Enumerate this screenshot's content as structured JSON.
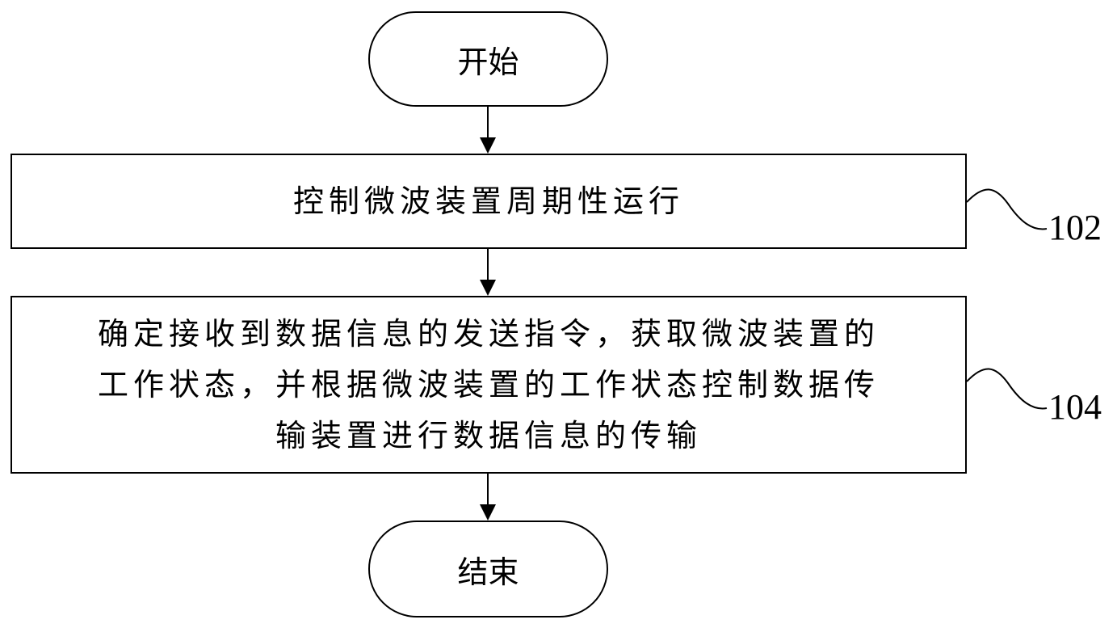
{
  "nodes": {
    "start": "开始",
    "step1": "控制微波装置周期性运行",
    "step2_lines": [
      "确定接收到数据信息的发送指令，获取微波装置的",
      "工作状态，并根据微波装置的工作状态控制数据传",
      "输装置进行数据信息的传输"
    ],
    "end": "结束"
  },
  "refs": {
    "step1": "102",
    "step2": "104"
  }
}
